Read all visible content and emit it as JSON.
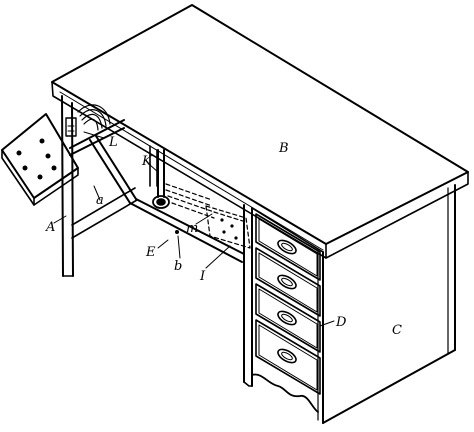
{
  "figure": {
    "labels": {
      "A": "A",
      "B": "B",
      "C": "C",
      "D": "D",
      "E": "E",
      "I": "I",
      "K": "K",
      "L": "L",
      "a": "a",
      "b": "b",
      "m": "m"
    }
  }
}
